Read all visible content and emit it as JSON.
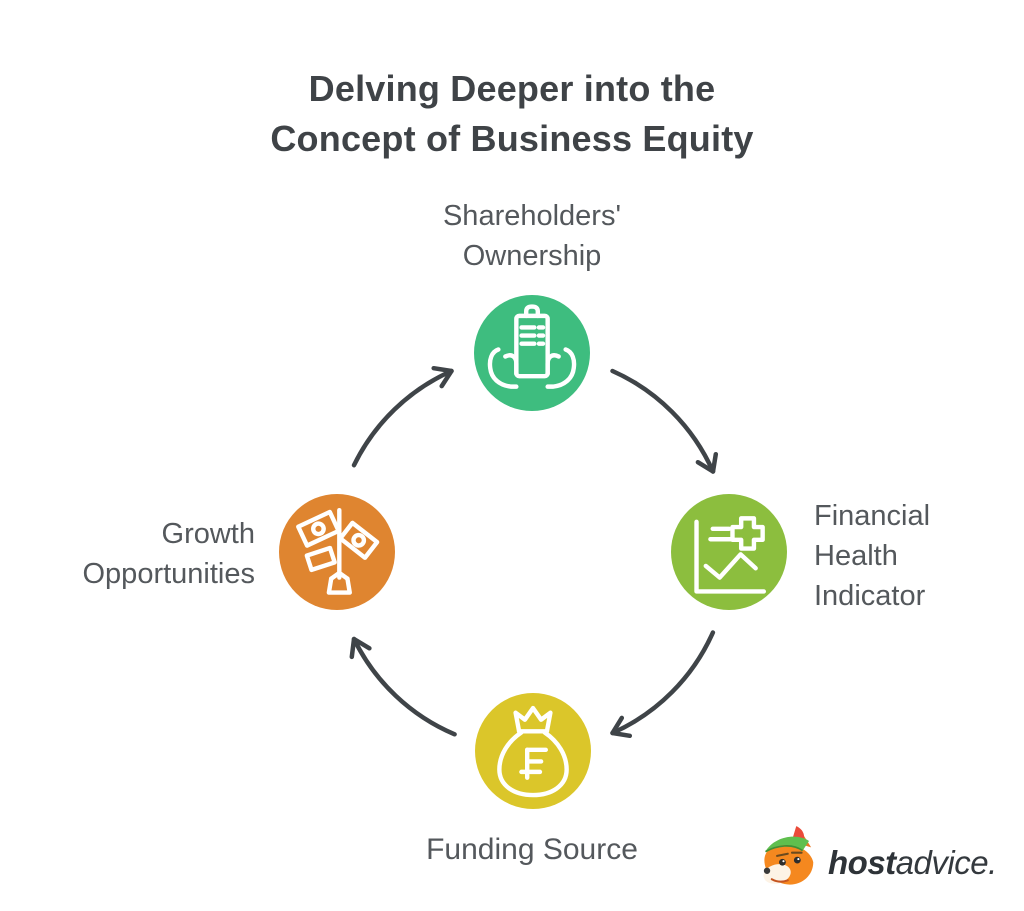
{
  "title": {
    "line1": "Delving Deeper into the",
    "line2": "Concept of Business Equity"
  },
  "cycle": {
    "direction": "clockwise",
    "nodes": {
      "top": {
        "label_line1": "Shareholders'",
        "label_line2": "Ownership",
        "icon": "clipboard-in-hands-icon",
        "color": "#3ebd7f"
      },
      "right": {
        "label_line1": "Financial",
        "label_line2": "Health",
        "label_line3": "Indicator",
        "icon": "health-chart-icon",
        "color": "#8cbe3e"
      },
      "bottom": {
        "label_line1": "Funding Source",
        "icon": "money-bag-icon",
        "color": "#dbc62a"
      },
      "left": {
        "label_line1": "Growth",
        "label_line2": "Opportunities",
        "icon": "money-tree-icon",
        "color": "#df8530"
      }
    },
    "arrow_color": "#3f4448"
  },
  "logo": {
    "brand_bold": "host",
    "brand_rest": "advice.",
    "mascot": "fox-with-green-hat-icon"
  },
  "text_colors": {
    "title": "#3f4347",
    "labels": "#54585c"
  }
}
